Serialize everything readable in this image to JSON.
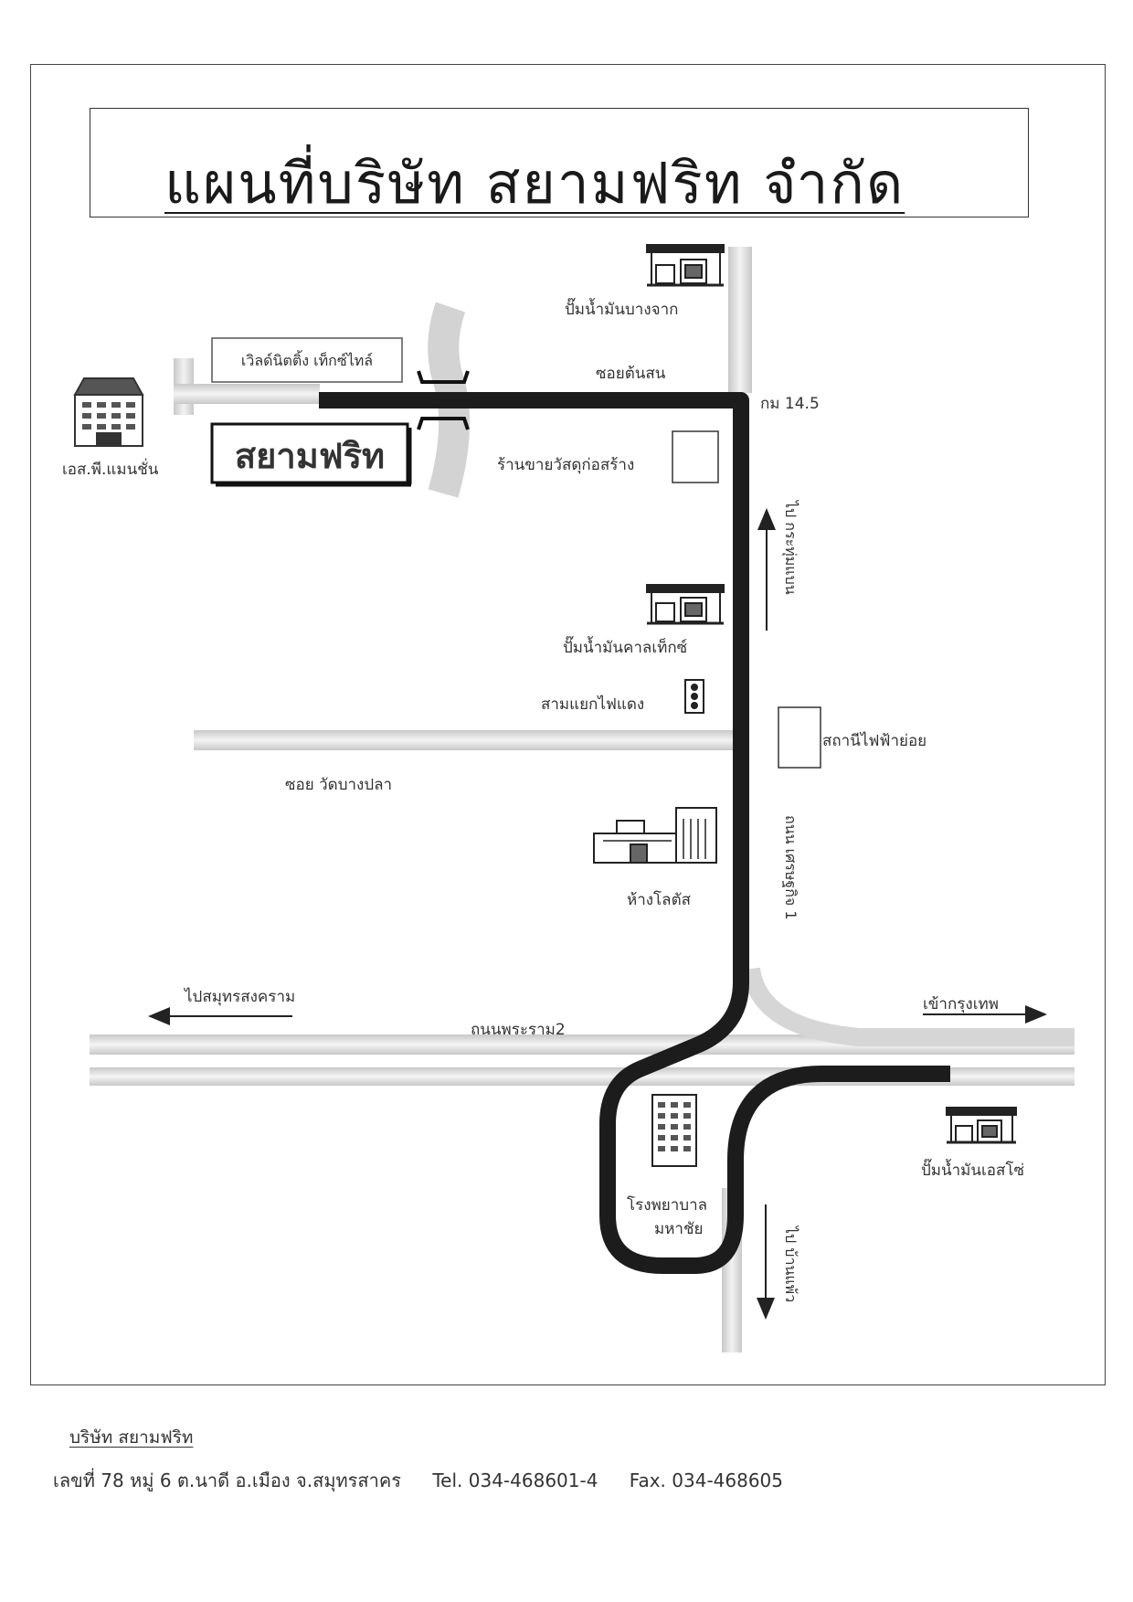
{
  "title": "แผนที่บริษัท สยามฟริท จำกัด",
  "labels": {
    "company_marker": "สยามฟริท",
    "world_knitting": "เวิลด์นิตติ้ง เท็กซ์ไทล์",
    "sp_mansion": "เอส.พี.แมนชั่น",
    "soi_tonson": "ซอยต้นสน",
    "km": "กม 14.5",
    "bangchak": "ปั๊มน้ำมันบางจาก",
    "hardware_store": "ร้านขายวัสดุก่อสร้าง",
    "caltex": "ปั๊มน้ำมันคาลเท็กซ์",
    "traffic_light": "สามแยกไฟแดง",
    "substation": "สถานีไฟฟ้าย่อย",
    "soi_wat": "ซอย วัดบางปลา",
    "lotus": "ห้างโลตัส",
    "to_samut_songkhram": "ไปสมุทรสงคราม",
    "rama2": "ถนนพระราม2",
    "to_bangkok": "เข้ากรุงเทพ",
    "esso": "ปั๊มน้ำมันเอสโซ่",
    "hospital_line1": "โรงพยาบาล",
    "hospital_line2": "มหาชัย",
    "road_setthakit": "ถนน เศรษฐกิจ 1",
    "to_krathum_baen": "ไป กระทุ่มแบน",
    "to_ban_phaeo": "ไป บ้านแพ้ว"
  },
  "footer": {
    "company": "บริษัท สยามฟริท",
    "address": "เลขที่ 78 หมู่ 6 ต.นาดี อ.เมือง จ.สมุทรสาคร",
    "tel": "Tel. 034-468601-4",
    "fax": "Fax. 034-468605"
  },
  "colors": {
    "main_route": "#1c1c1c",
    "road": "#d9d9d9",
    "paper": "#ffffff"
  },
  "icons": {
    "gas_station": "gas-station-icon",
    "building": "building-icon",
    "traffic_light": "traffic-light-icon",
    "mall": "mall-icon",
    "hospital": "hospital-icon"
  }
}
